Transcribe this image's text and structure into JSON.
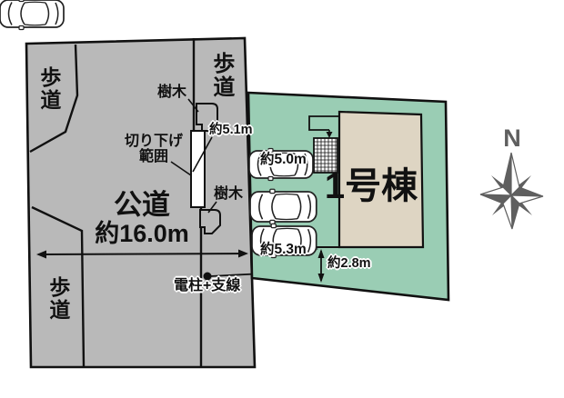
{
  "colors": {
    "road": "#b9b9b9",
    "plot": "#9acdb4",
    "building": "#ded5c3",
    "outline": "#1a1a1a",
    "compass": "#5f5f5f"
  },
  "road": {
    "name": "公道",
    "width": "約16.0m",
    "sidewalk_top_left": "歩道",
    "sidewalk_top_right": "歩道",
    "sidewalk_bottom_left": "歩道",
    "curb_cut": "切り下げ\n範囲",
    "curb_cut_width": "約5.1m",
    "tree_top": "樹木",
    "tree_bottom": "樹木",
    "utility_pole": "電柱+支線"
  },
  "plot": {
    "building_name": "1号棟",
    "parking_width_front": "約5.0m",
    "parking_width_rear": "約5.3m",
    "side_clearance": "約2.8m"
  },
  "compass": {
    "north": "N"
  }
}
